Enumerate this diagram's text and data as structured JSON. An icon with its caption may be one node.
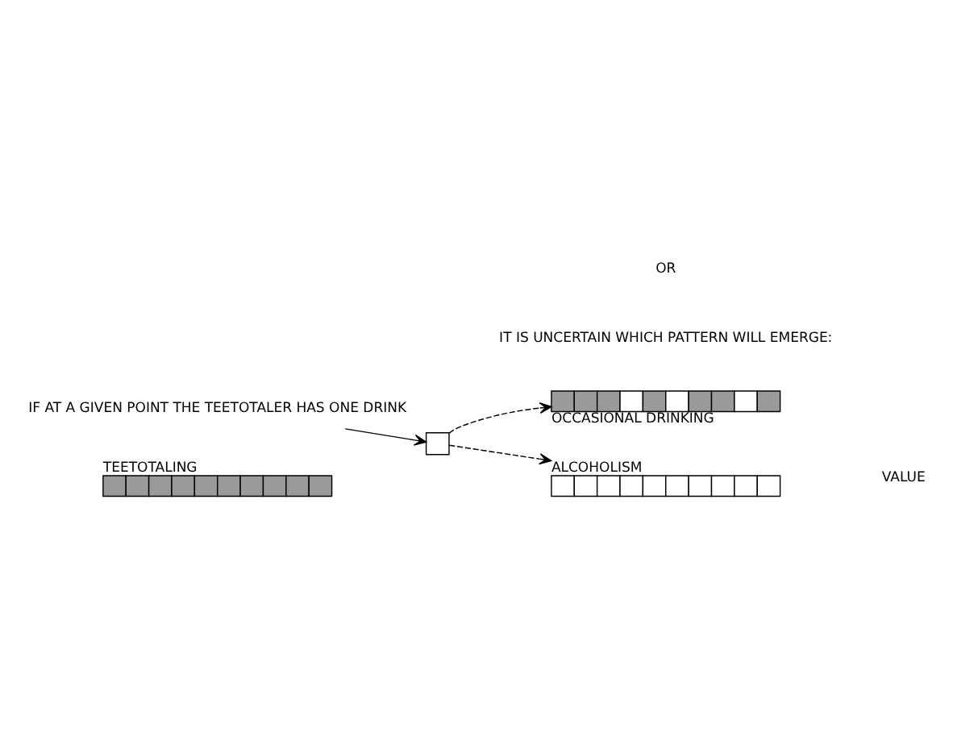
{
  "diagram": {
    "nodes": [
      {
        "text": [
          "IF AT A GIVEN POINT THE TEETOTALER HAS ONE DRINK"
        ]
      },
      {
        "text": [
          "TEETOTALING"
        ]
      },
      {
        "text": [],
        "shape": "box"
      },
      {
        "text": [
          "OCCASIONAL DRINKING"
        ]
      },
      {
        "text": [
          "ALCOHOLISM"
        ]
      }
    ],
    "edges": [
      {
        "from": 0,
        "to": 2,
        "arrow": "to"
      },
      {
        "from": 2,
        "to": 3,
        "arrow": "to",
        "style": "dashed"
      },
      {
        "from": 2,
        "to": 4,
        "arrow": "to",
        "style": "dashed"
      }
    ],
    "labels": [
      "IT IS UNCERTAIN WHICH PATTERN WILL EMERGE:",
      "OR",
      "VALUE"
    ]
  }
}
